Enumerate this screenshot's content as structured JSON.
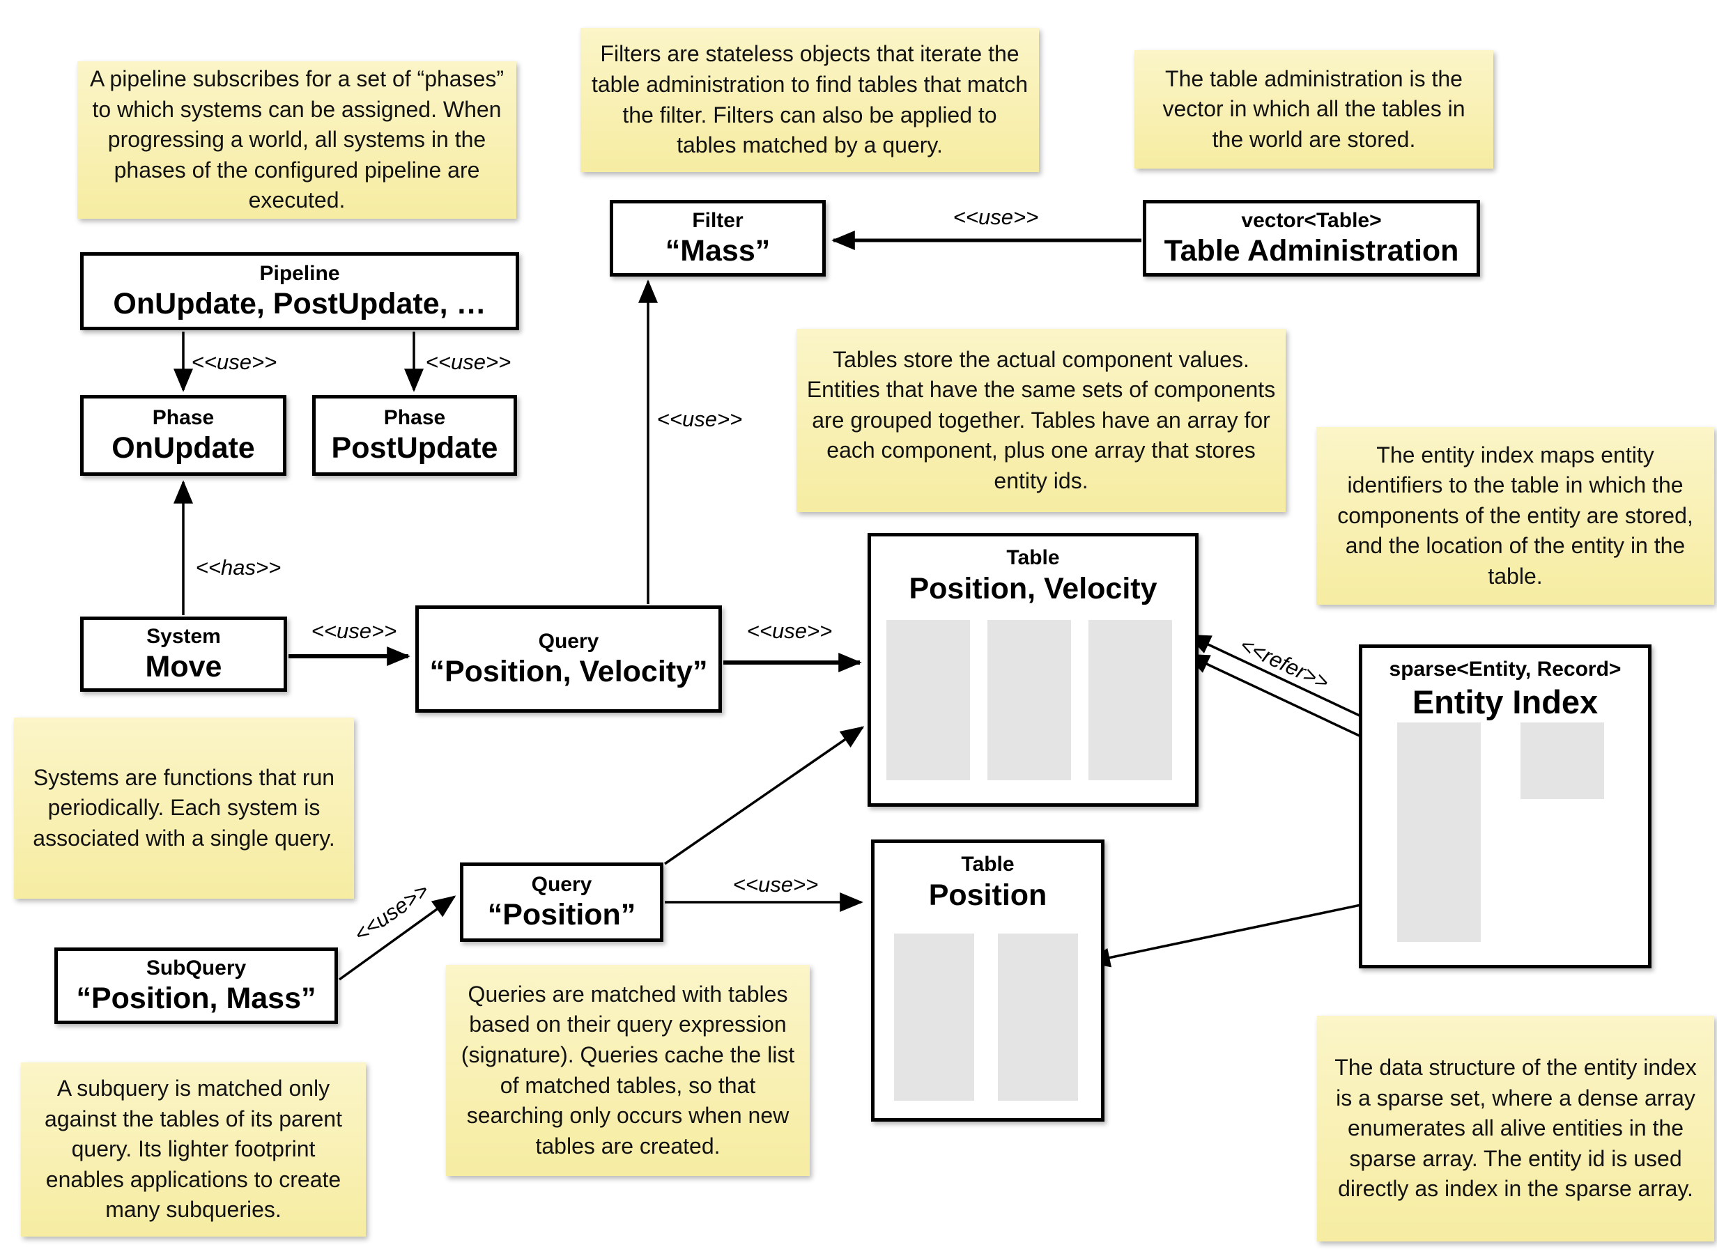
{
  "labels": {
    "use": "<<use>>",
    "has": "<<has>>",
    "refer": "<<refer>>"
  },
  "nodes": {
    "pipeline": {
      "stereotype": "Pipeline",
      "name": "OnUpdate, PostUpdate, …"
    },
    "phase_onupdate": {
      "stereotype": "Phase",
      "name": "OnUpdate"
    },
    "phase_postupdate": {
      "stereotype": "Phase",
      "name": "PostUpdate"
    },
    "system_move": {
      "stereotype": "System",
      "name": "Move"
    },
    "query_position_velocity": {
      "stereotype": "Query",
      "name": "“Position, Velocity”"
    },
    "filter_mass": {
      "stereotype": "Filter",
      "name": "“Mass”"
    },
    "table_administration": {
      "stereotype": "vector<Table>",
      "name": "Table Administration"
    },
    "table_position_velocity": {
      "stereotype": "Table",
      "name": "Position, Velocity"
    },
    "table_position": {
      "stereotype": "Table",
      "name": "Position"
    },
    "query_position": {
      "stereotype": "Query",
      "name": "“Position”"
    },
    "subquery_position_mass": {
      "stereotype": "SubQuery",
      "name": "“Position, Mass”"
    },
    "entity_index": {
      "stereotype": "sparse<Entity, Record>",
      "name": "Entity Index"
    }
  },
  "notes": {
    "pipeline": "A pipeline subscribes for a set of “phases” to which systems can be assigned. When progressing a world, all systems in the phases of the configured pipeline are executed.",
    "filters": "Filters are stateless objects that iterate the table administration to find tables that match the filter. Filters can also be applied to tables matched by a query.",
    "table_administration": "The table administration is the vector in which all the tables in the world are stored.",
    "tables": "Tables store the actual component values. Entities that have the same sets of components are grouped together. Tables have an array for each component, plus one array that stores entity ids.",
    "entity_index": "The entity index maps entity identifiers to the table in which the components of the entity are stored, and the location of the entity in the table.",
    "systems": "Systems are functions that run periodically. Each system is associated with a single query.",
    "queries": "Queries are matched with tables based on their query expression (signature). Queries cache the list of matched tables, so that searching only occurs when new tables are created.",
    "subquery": "A subquery is matched only against the tables of its parent query. Its lighter footprint enables applications to create many subqueries.",
    "sparse_set": "The data structure of the entity index is a sparse set, where a dense array enumerates all alive entities in the sparse array. The entity id is used directly as index in the sparse array."
  },
  "colors": {
    "note_background": "#f8efab",
    "slot_gray": "#e4e4e4",
    "line_black": "#000000"
  }
}
